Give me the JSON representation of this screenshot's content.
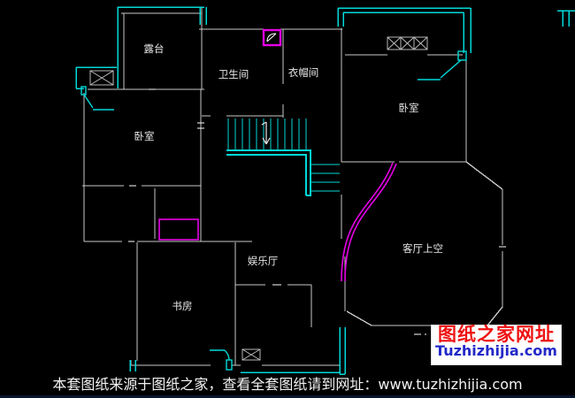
{
  "colors": {
    "background": "#000000",
    "wall": "#c9c9c9",
    "accent_cyan": "#00d9d9",
    "accent_magenta": "#e600e6",
    "tick_white": "#ffffff",
    "watermark_bg": "#ffffff",
    "watermark_red": "#ee1111",
    "watermark_blue": "#2228c8",
    "label_text": "#e8e8e8",
    "footer_text": "#f2f2f2"
  },
  "rooms": [
    {
      "id": "terrace",
      "name": "露台"
    },
    {
      "id": "bathroom",
      "name": "卫生间"
    },
    {
      "id": "cloakroom",
      "name": "衣帽间"
    },
    {
      "id": "bedroom-left",
      "name": "卧室"
    },
    {
      "id": "bedroom-right",
      "name": "卧室"
    },
    {
      "id": "recreation-hall",
      "name": "娱乐厅"
    },
    {
      "id": "study",
      "name": "书房"
    },
    {
      "id": "living-room-void",
      "name": "客厅上空"
    }
  ],
  "watermark": {
    "line1": "图纸之家网址",
    "line2": "Tuzhizhijia.com"
  },
  "footer": {
    "text": "本套图纸来源于图纸之家，查看全套图纸请到网址：www.tuzhizhijia.com"
  }
}
